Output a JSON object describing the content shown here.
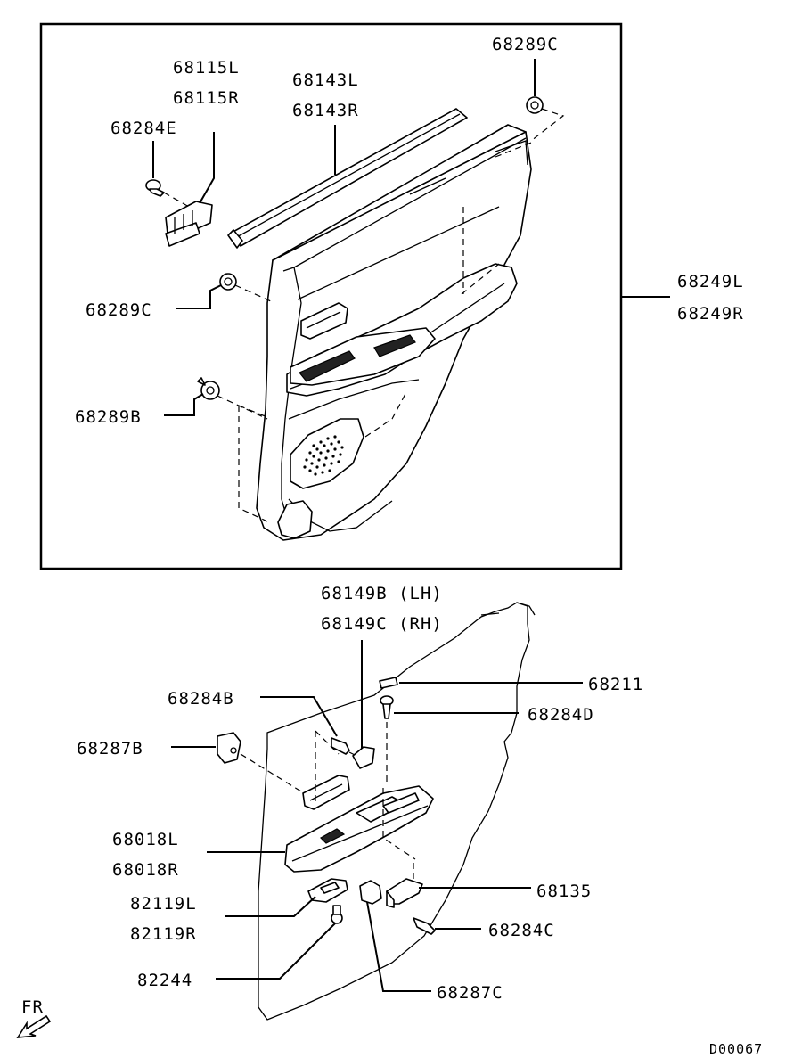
{
  "diagram_code": "D00067",
  "direction_label": "FR",
  "labels": {
    "p68289C_top": "68289C",
    "p68115L": "68115L",
    "p68115R": "68115R",
    "p68143L": "68143L",
    "p68143R": "68143R",
    "p68284E": "68284E",
    "p68289C_mid": "68289C",
    "p68249L": "68249L",
    "p68249R": "68249R",
    "p68289B": "68289B",
    "p68149B": "68149B (LH)",
    "p68149C": "68149C (RH)",
    "p68211": "68211",
    "p68284B": "68284B",
    "p68284D": "68284D",
    "p68287B": "68287B",
    "p68018L": "68018L",
    "p68018R": "68018R",
    "p68135": "68135",
    "p82119L": "82119L",
    "p82119R": "82119R",
    "p68284C": "68284C",
    "p82244": "82244",
    "p68287C": "68287C"
  }
}
